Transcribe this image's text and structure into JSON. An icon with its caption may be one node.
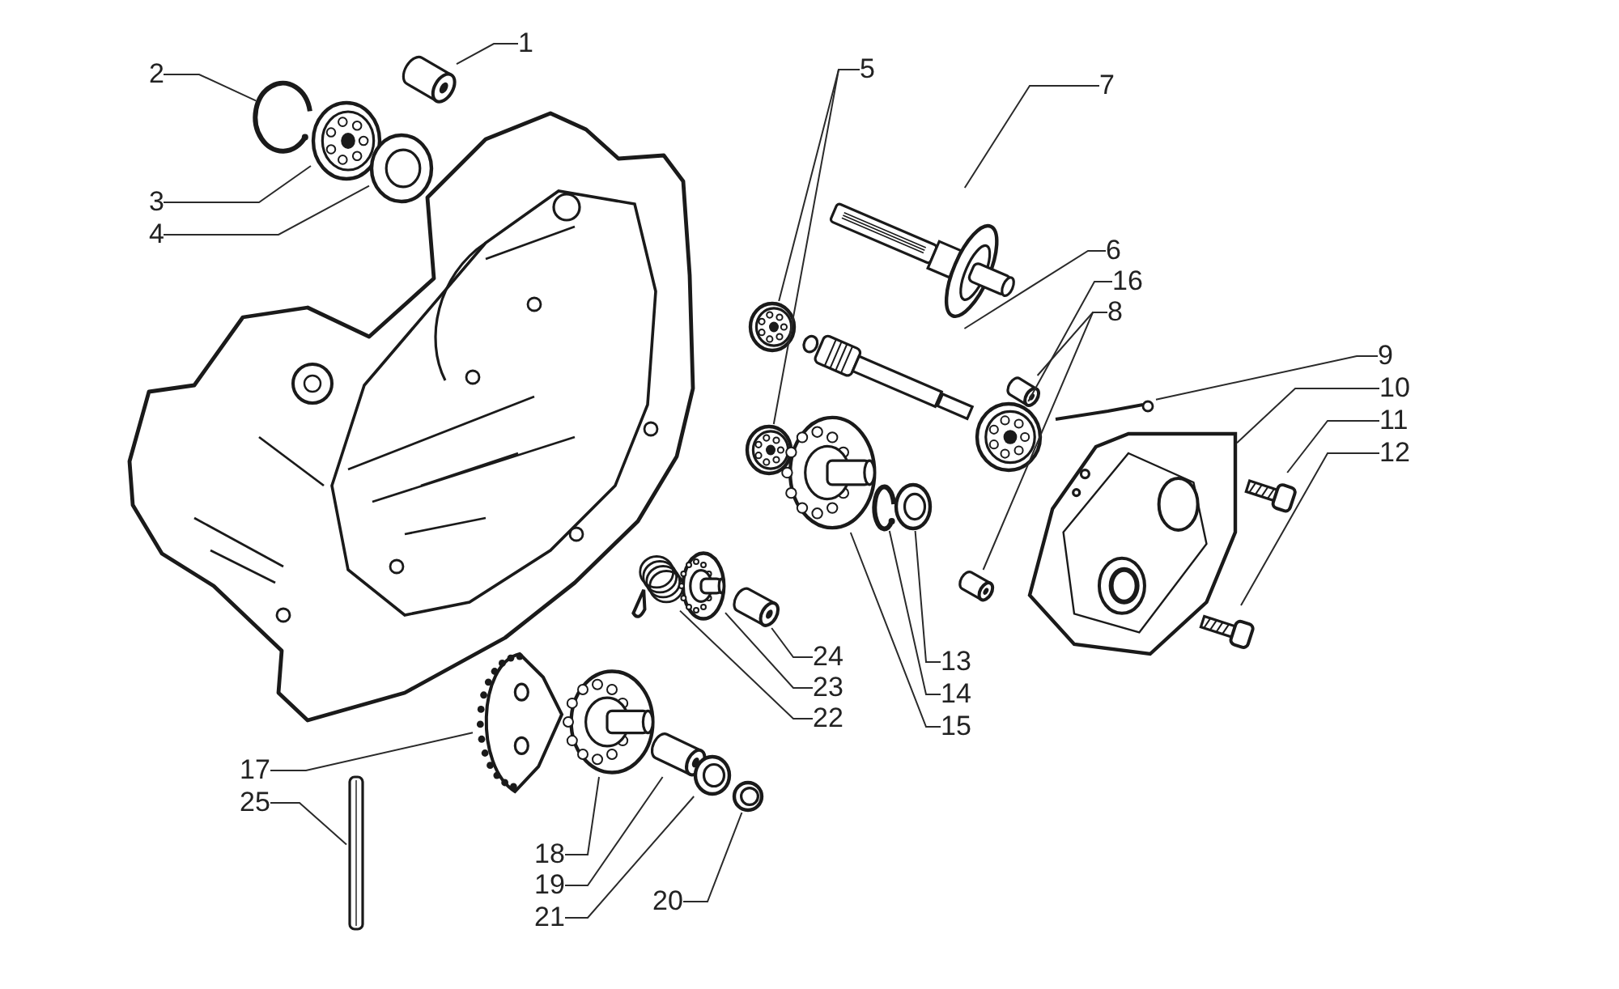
{
  "diagram": {
    "nodes": [
      {
        "text": [
          "1"
        ]
      },
      {
        "text": [
          "2"
        ]
      },
      {
        "text": [
          "3"
        ]
      },
      {
        "text": [
          "4"
        ]
      },
      {
        "text": [
          "5"
        ]
      },
      {
        "text": [
          "6"
        ]
      },
      {
        "text": [
          "7"
        ]
      },
      {
        "text": [
          "8"
        ]
      },
      {
        "text": [
          "9"
        ]
      },
      {
        "text": [
          "10"
        ]
      },
      {
        "text": [
          "11"
        ]
      },
      {
        "text": [
          "12"
        ]
      },
      {
        "text": [
          "13"
        ]
      },
      {
        "text": [
          "14"
        ]
      },
      {
        "text": [
          "15"
        ]
      },
      {
        "text": [
          "16"
        ]
      },
      {
        "text": [
          "17"
        ]
      },
      {
        "text": [
          "18"
        ]
      },
      {
        "text": [
          "19"
        ]
      },
      {
        "text": [
          "20"
        ]
      },
      {
        "text": [
          "21"
        ]
      },
      {
        "text": [
          "22"
        ]
      },
      {
        "text": [
          "23"
        ]
      },
      {
        "text": [
          "24"
        ]
      },
      {
        "text": [
          "25"
        ]
      },
      {
        "text": [],
        "shape": "picture"
      },
      {
        "text": [],
        "shape": "circle"
      },
      {
        "text": [],
        "shape": "picture"
      },
      {
        "text": [],
        "shape": "picture"
      },
      {
        "text": [],
        "shape": "picture"
      },
      {
        "text": [],
        "shape": "picture"
      },
      {
        "text": [],
        "shape": "picture"
      },
      {
        "text": [],
        "shape": "picture"
      },
      {
        "text": [],
        "shape": "picture"
      },
      {
        "text": [],
        "shape": "picture"
      },
      {
        "text": [],
        "shape": "picture"
      },
      {
        "text": [],
        "shape": "picture"
      },
      {
        "text": [],
        "shape": "picture"
      },
      {
        "text": [],
        "shape": "picture"
      },
      {
        "text": [],
        "shape": "picture"
      },
      {
        "text": [],
        "shape": "circle"
      },
      {
        "text": [],
        "shape": "picture"
      },
      {
        "text": [],
        "shape": "picture"
      },
      {
        "text": [],
        "shape": "picture"
      },
      {
        "text": [],
        "shape": "picture"
      },
      {
        "text": [],
        "shape": "picture"
      },
      {
        "text": [],
        "shape": "picture"
      },
      {
        "text": [],
        "shape": "picture"
      },
      {
        "text": [],
        "shape": "picture"
      },
      {
        "text": [],
        "shape": "picture"
      },
      {
        "text": [],
        "shape": "picture"
      },
      {
        "text": [],
        "shape": "picture"
      }
    ],
    "edges": [
      {
        "from": 0,
        "to": 25,
        "arrow": "none"
      },
      {
        "from": 1,
        "to": 26,
        "arrow": "none"
      },
      {
        "from": 2,
        "to": 27,
        "arrow": "none"
      },
      {
        "from": 3,
        "to": 28,
        "arrow": "none"
      },
      {
        "from": 4,
        "to": 29,
        "arrow": "none"
      },
      {
        "from": 4,
        "to": 30,
        "arrow": "none"
      },
      {
        "from": 5,
        "to": 31,
        "arrow": "none"
      },
      {
        "from": 6,
        "to": 32,
        "arrow": "none"
      },
      {
        "from": 7,
        "to": 33,
        "arrow": "none"
      },
      {
        "from": 7,
        "to": 34,
        "arrow": "none"
      },
      {
        "from": 8,
        "to": 35,
        "arrow": "none"
      },
      {
        "from": 9,
        "to": 36,
        "arrow": "none"
      },
      {
        "from": 10,
        "to": 37,
        "arrow": "none"
      },
      {
        "from": 11,
        "to": 38,
        "arrow": "none"
      },
      {
        "from": 12,
        "to": 39,
        "arrow": "none"
      },
      {
        "from": 13,
        "to": 40,
        "arrow": "none"
      },
      {
        "from": 14,
        "to": 41,
        "arrow": "none"
      },
      {
        "from": 15,
        "to": 42,
        "arrow": "none"
      },
      {
        "from": 16,
        "to": 43,
        "arrow": "none"
      },
      {
        "from": 17,
        "to": 44,
        "arrow": "none"
      },
      {
        "from": 18,
        "to": 45,
        "arrow": "none"
      },
      {
        "from": 19,
        "to": 46,
        "arrow": "none"
      },
      {
        "from": 20,
        "to": 47,
        "arrow": "none"
      },
      {
        "from": 21,
        "to": 48,
        "arrow": "none"
      },
      {
        "from": 22,
        "to": 49,
        "arrow": "none"
      },
      {
        "from": 23,
        "to": 50,
        "arrow": "none"
      },
      {
        "from": 24,
        "to": 51,
        "arrow": "none"
      }
    ]
  }
}
